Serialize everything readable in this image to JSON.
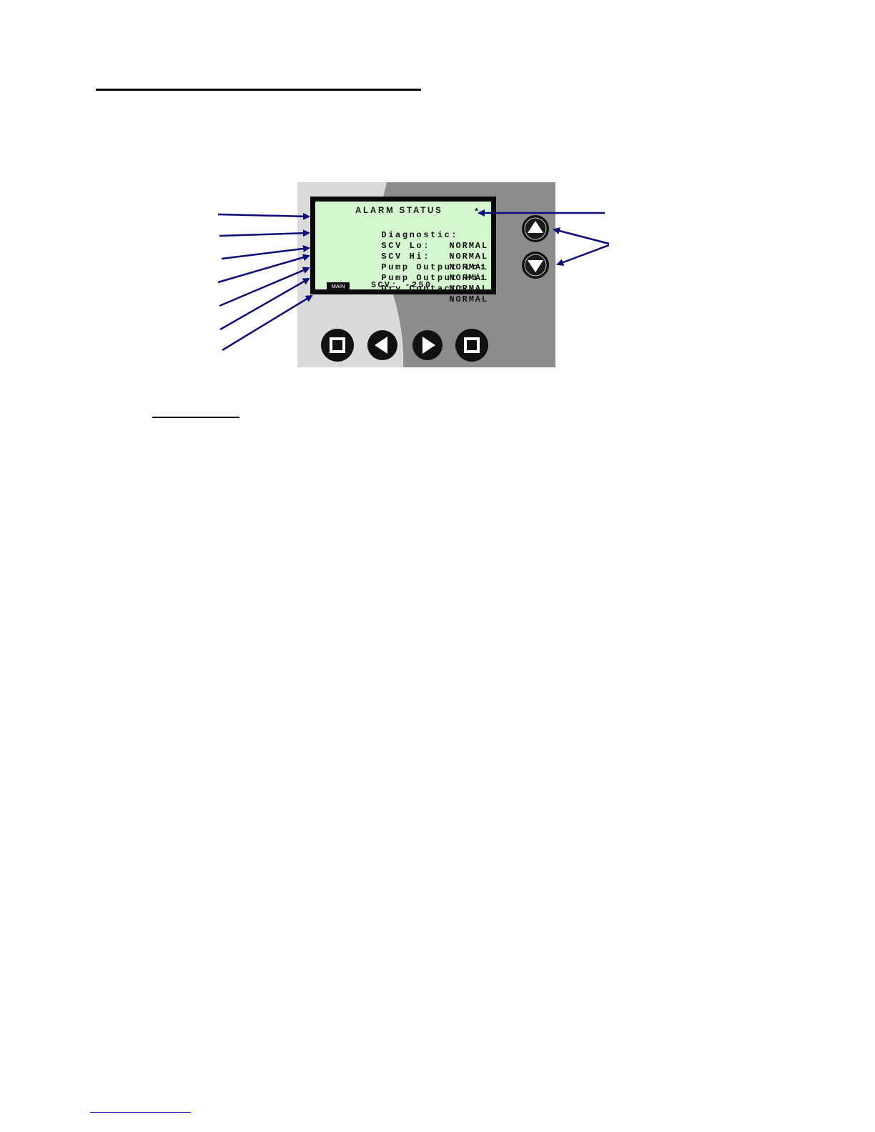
{
  "lcd": {
    "title": "ALARM STATUS",
    "star": "*",
    "rows": [
      {
        "label": "Diagnostic:",
        "value": "NORMAL"
      },
      {
        "label": "SCV Lo:",
        "value": "NORMAL"
      },
      {
        "label": "SCV Hi:",
        "value": "NORMAL"
      },
      {
        "label": "Pump Output Lo:",
        "value": "NORMAL"
      },
      {
        "label": "Pump Output Hi:",
        "value": "NORMAL"
      },
      {
        "label": "Dry Contact:",
        "value": "NORMAL"
      }
    ],
    "main_tag": "MAIN",
    "scv_readout": "SCV: -250"
  },
  "buttons": {
    "up": "up-arrow-icon",
    "down": "down-arrow-icon",
    "left": "left-arrow-icon",
    "right": "right-arrow-icon",
    "left_square": "square-icon",
    "right_square": "square-icon"
  },
  "colors": {
    "lcd_background": "#d4f7cf",
    "callout_arrow": "#0b0b7a",
    "panel_light": "#d8d8d8",
    "panel_dark": "#8a8a8a"
  }
}
